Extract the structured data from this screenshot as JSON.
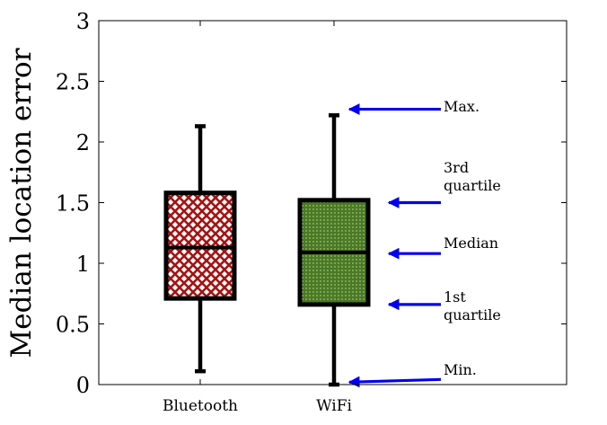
{
  "chart_data": {
    "type": "box",
    "ylabel": "Median location error",
    "xlabel": "",
    "ylim": [
      0,
      3
    ],
    "yticks": [
      {
        "value": 0,
        "label": "0"
      },
      {
        "value": 0.5,
        "label": "0.5"
      },
      {
        "value": 1,
        "label": "1"
      },
      {
        "value": 1.5,
        "label": "1.5"
      },
      {
        "value": 2,
        "label": "2"
      },
      {
        "value": 2.5,
        "label": "2.5"
      },
      {
        "value": 3,
        "label": "3"
      }
    ],
    "categories": [
      "Bluetooth",
      "WiFi"
    ],
    "boxes": [
      {
        "category": "Bluetooth",
        "min": 0.11,
        "q1": 0.71,
        "median": 1.13,
        "q3": 1.58,
        "max": 2.13,
        "color": "#a31515",
        "pattern": "crosshatch"
      },
      {
        "category": "WiFi",
        "min": 0.0,
        "q1": 0.66,
        "median": 1.09,
        "q3": 1.52,
        "max": 2.22,
        "color": "#4a7a23",
        "pattern": "dots"
      }
    ],
    "annotations": [
      {
        "key": "max",
        "lines": [
          "Max."
        ],
        "value": 2.27
      },
      {
        "key": "q3",
        "lines": [
          "3rd",
          "quartile"
        ],
        "value": 1.5
      },
      {
        "key": "median",
        "lines": [
          "Median"
        ],
        "value": 1.08
      },
      {
        "key": "q1",
        "lines": [
          "1st",
          "quartile"
        ],
        "value": 0.66
      },
      {
        "key": "min",
        "lines": [
          "Min."
        ],
        "value": 0.02
      }
    ],
    "arrow_color": "#0000ee",
    "grid": false,
    "legend": "none"
  }
}
